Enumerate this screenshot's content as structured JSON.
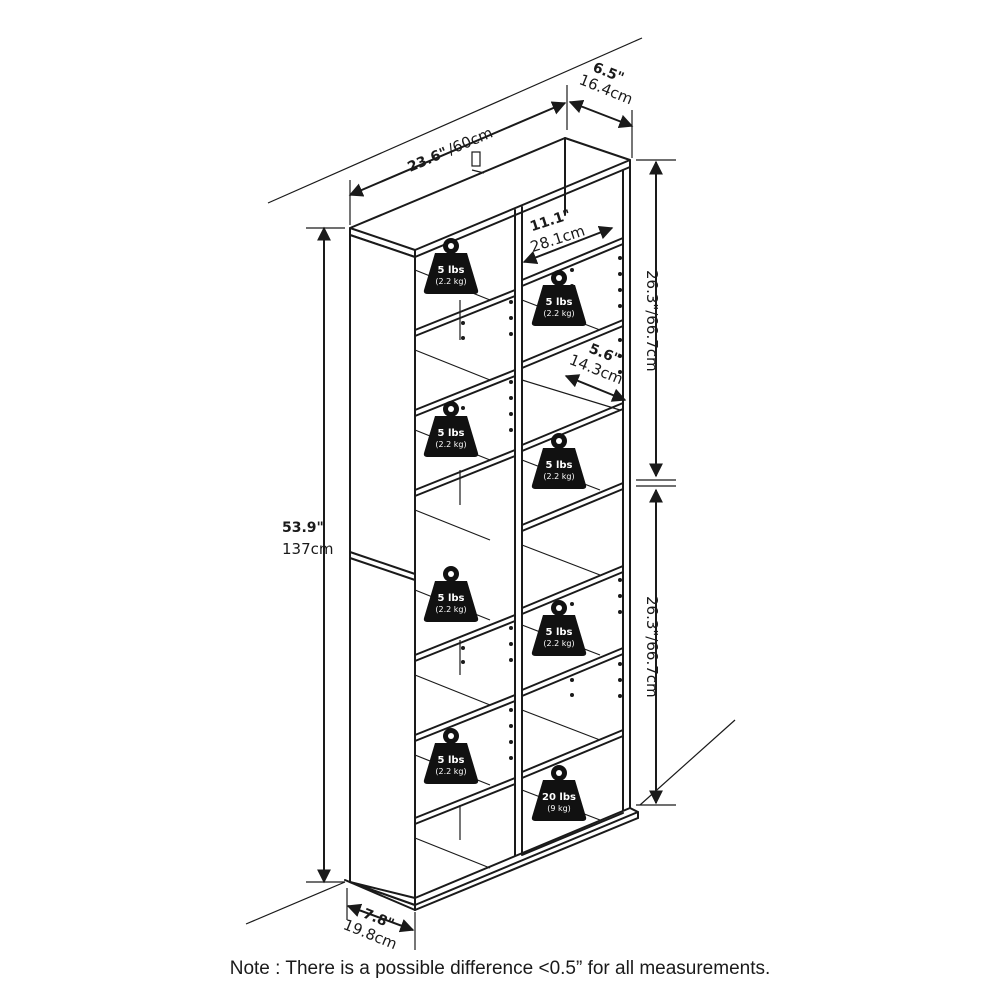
{
  "dimensions": {
    "width_in": "23.6\"",
    "width_cm": "/60cm",
    "depth_in": "6.5\"",
    "depth_cm": "16.4cm",
    "height_in": "53.9\"",
    "height_cm": "137cm",
    "cube_width_in": "11.1\"",
    "cube_width_cm": "28.1cm",
    "inner_depth_in": "5.6\"",
    "inner_depth_cm": "14.3cm",
    "upper_height": "26.3\"/66.7cm",
    "lower_height": "26.3\"/66.7cm",
    "base_depth_in": "7.8\"",
    "base_depth_cm": "19.8cm"
  },
  "weights": [
    {
      "label": "5 lbs",
      "sub": "(2.2 kg)"
    },
    {
      "label": "5 lbs",
      "sub": "(2.2 kg)"
    },
    {
      "label": "5 lbs",
      "sub": "(2.2 kg)"
    },
    {
      "label": "5 lbs",
      "sub": "(2.2 kg)"
    },
    {
      "label": "5 lbs",
      "sub": "(2.2 kg)"
    },
    {
      "label": "5 lbs",
      "sub": "(2.2 kg)"
    },
    {
      "label": "5 lbs",
      "sub": "(2.2 kg)"
    },
    {
      "label": "20 lbs",
      "sub": "(9 kg)"
    }
  ],
  "note": "Note : There is a possible difference <0.5” for all measurements."
}
